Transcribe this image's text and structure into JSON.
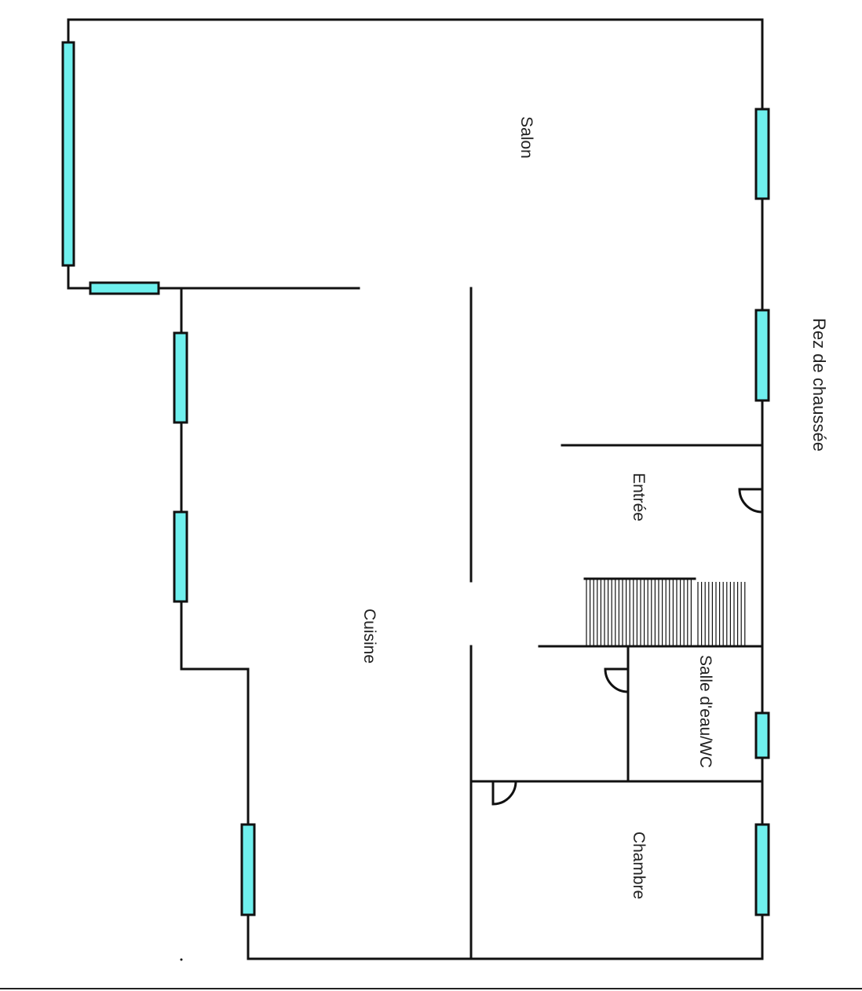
{
  "plan": {
    "title": "Rez de chaussée",
    "rooms": {
      "salon": "Salon",
      "entree": "Entrée",
      "cuisine": "Cuisine",
      "salle_eau": "Salle d'eau/WC",
      "chambre": "Chambre"
    }
  },
  "colors": {
    "walls": "#111111",
    "windows": "#6ff0ee",
    "background": "#ffffff"
  }
}
